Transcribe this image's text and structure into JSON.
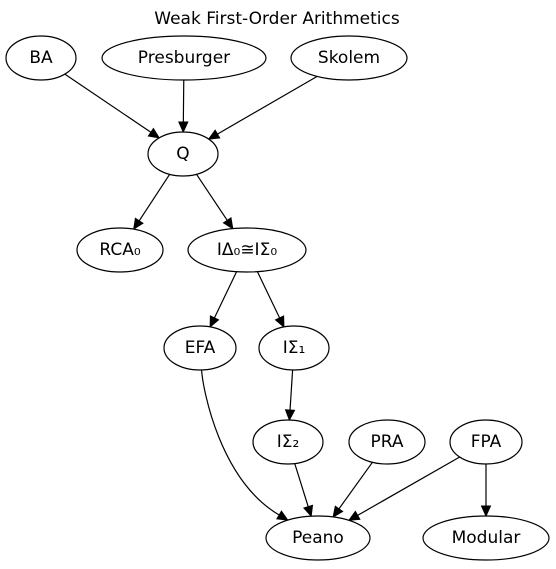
{
  "title": "Weak First-Order Arithmetics",
  "nodes": [
    {
      "id": "ba",
      "label": "BA"
    },
    {
      "id": "presburger",
      "label": "Presburger"
    },
    {
      "id": "skolem",
      "label": "Skolem"
    },
    {
      "id": "q",
      "label": "Q"
    },
    {
      "id": "rca0",
      "label": "RCA₀"
    },
    {
      "id": "idelta0",
      "label": "IΔ₀≅IΣ₀"
    },
    {
      "id": "efa",
      "label": "EFA"
    },
    {
      "id": "isigma1",
      "label": "IΣ₁"
    },
    {
      "id": "isigma2",
      "label": "IΣ₂"
    },
    {
      "id": "pra",
      "label": "PRA"
    },
    {
      "id": "fpa",
      "label": "FPA"
    },
    {
      "id": "peano",
      "label": "Peano"
    },
    {
      "id": "modular",
      "label": "Modular"
    }
  ],
  "edges": [
    {
      "from": "ba",
      "to": "q"
    },
    {
      "from": "presburger",
      "to": "q"
    },
    {
      "from": "skolem",
      "to": "q"
    },
    {
      "from": "q",
      "to": "rca0"
    },
    {
      "from": "q",
      "to": "idelta0"
    },
    {
      "from": "idelta0",
      "to": "efa"
    },
    {
      "from": "idelta0",
      "to": "isigma1"
    },
    {
      "from": "isigma1",
      "to": "isigma2"
    },
    {
      "from": "efa",
      "to": "peano"
    },
    {
      "from": "isigma2",
      "to": "peano"
    },
    {
      "from": "pra",
      "to": "peano"
    },
    {
      "from": "fpa",
      "to": "peano"
    },
    {
      "from": "fpa",
      "to": "modular"
    }
  ]
}
